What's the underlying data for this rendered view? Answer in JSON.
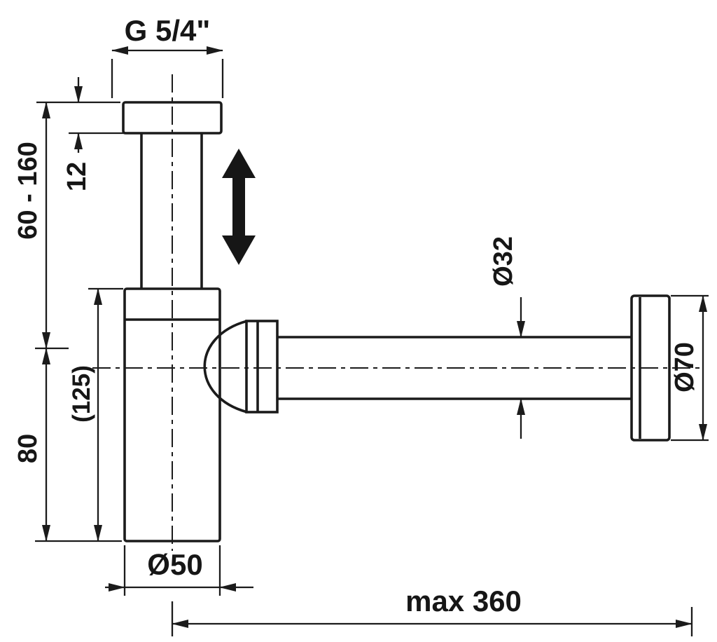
{
  "page": {
    "background": "#ffffff",
    "line_color": "#1b1b1b"
  },
  "diagram": {
    "type": "technical-dimension-drawing",
    "labels": {
      "thread_size": "G 5/4\"",
      "collar_height": "12",
      "adjust_range": "60 - 160",
      "body_height": "80",
      "overall_height": "(125)",
      "body_diameter": "Ø50",
      "pipe_diameter": "Ø32",
      "flange_diameter": "Ø70",
      "max_length": "max 360"
    }
  }
}
